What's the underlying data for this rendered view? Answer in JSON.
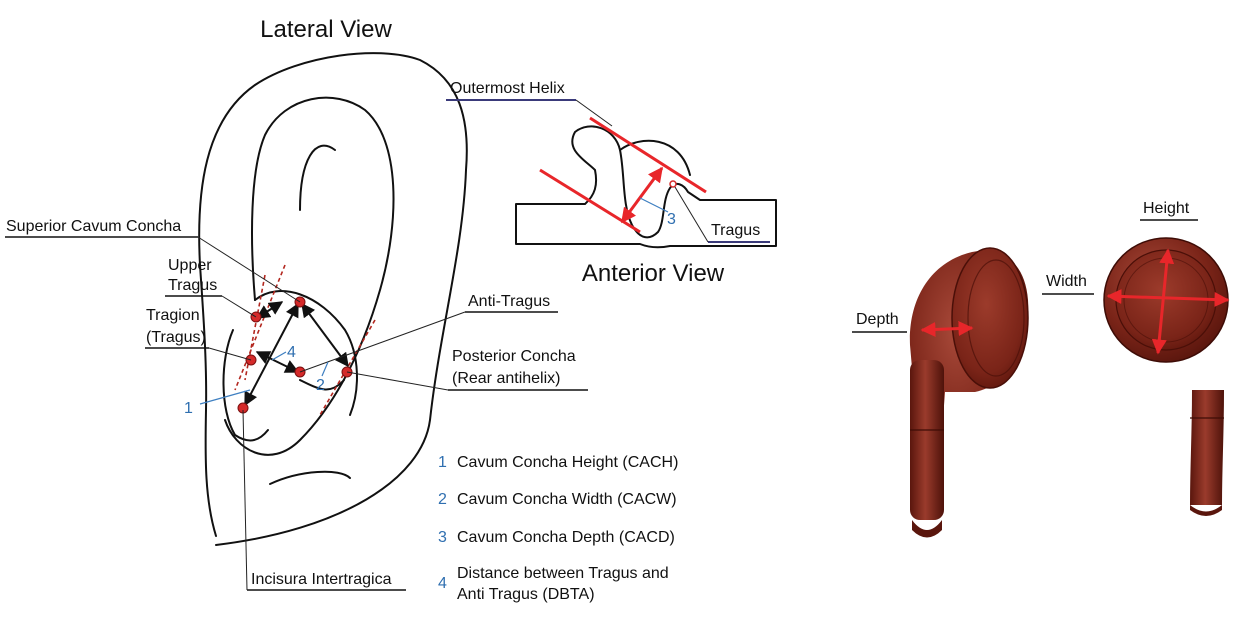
{
  "lateral_view": {
    "title": "Lateral View",
    "labels": {
      "superior_cavum_concha": "Superior Cavum Concha",
      "upper_tragus_line1": "Upper",
      "upper_tragus_line2": "Tragus",
      "tragion_line1": "Tragion",
      "tragion_line2": "(Tragus)",
      "anti_tragus": "Anti-Tragus",
      "posterior_concha_line1": "Posterior Concha",
      "posterior_concha_line2": "(Rear antihelix)",
      "incisura_intertragica": "Incisura Intertragica"
    },
    "measure_numbers": {
      "n1": "1",
      "n2": "2",
      "n4": "4"
    }
  },
  "anterior_view": {
    "title": "Anterior View",
    "labels": {
      "outermost_helix": "Outermost Helix",
      "tragus": "Tragus"
    },
    "measure_number": "3"
  },
  "legend": [
    {
      "num": "1",
      "text": "Cavum Concha Height (CACH)"
    },
    {
      "num": "2",
      "text": "Cavum Concha Width (CACW)"
    },
    {
      "num": "3",
      "text": "Cavum Concha Depth (CACD)"
    },
    {
      "num": "4",
      "text": "Distance between Tragus and",
      "text2": "Anti Tragus (DBTA)"
    }
  ],
  "earbud": {
    "depth": "Depth",
    "width": "Width",
    "height": "Height"
  },
  "colors": {
    "measure_red": "#e8262a",
    "number_blue": "#2f6fb0",
    "earbud_body": "#7a2418",
    "point_red": "#d52a2a"
  },
  "icons": [
    "ear-outline",
    "earbud-side-render",
    "earbud-front-render",
    "double-arrow"
  ]
}
